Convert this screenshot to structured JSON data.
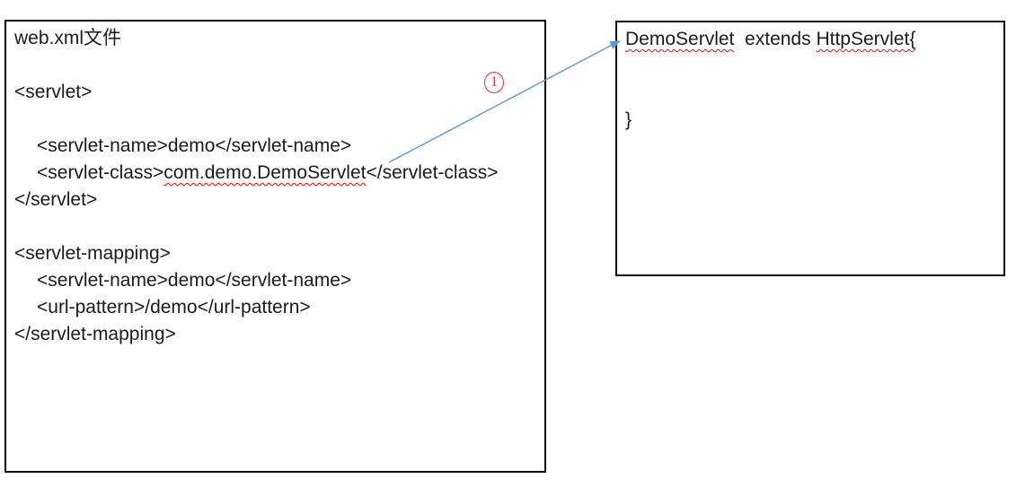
{
  "colors": {
    "background": "#ffffff",
    "box_border": "#000000",
    "text": "#1b1b1b",
    "arrow_blue": "#5b9bd5",
    "annotation_red": "#ef2d2d",
    "spellcheck_squiggle_red": "#ff0000"
  },
  "left_box": {
    "title": "web.xml文件",
    "lines": [
      {
        "indent": 0,
        "segments": [
          {
            "text": "web.xml文件",
            "squiggle": false
          }
        ]
      },
      {
        "indent": 0,
        "segments": []
      },
      {
        "indent": 0,
        "segments": [
          {
            "text": "<servlet>",
            "squiggle": false
          }
        ]
      },
      {
        "indent": 0,
        "segments": []
      },
      {
        "indent": 1,
        "segments": [
          {
            "text": "<servlet-name>demo</servlet-name>",
            "squiggle": false
          }
        ]
      },
      {
        "indent": 1,
        "segments": [
          {
            "text": "<servlet-class>",
            "squiggle": false
          },
          {
            "text": "com.demo.DemoServlet",
            "squiggle": true
          },
          {
            "text": "</servlet-class>",
            "squiggle": false
          }
        ]
      },
      {
        "indent": 0,
        "segments": [
          {
            "text": "</servlet>",
            "squiggle": false
          }
        ]
      },
      {
        "indent": 0,
        "segments": []
      },
      {
        "indent": 0,
        "segments": [
          {
            "text": "<servlet-mapping>",
            "squiggle": false
          }
        ]
      },
      {
        "indent": 1,
        "segments": [
          {
            "text": "<servlet-name>demo</servlet-name>",
            "squiggle": false
          }
        ]
      },
      {
        "indent": 1,
        "segments": [
          {
            "text": "<url-pattern>/demo</url-pattern>",
            "squiggle": false
          }
        ]
      },
      {
        "indent": 0,
        "segments": [
          {
            "text": "</servlet-mapping>",
            "squiggle": false
          }
        ]
      }
    ]
  },
  "right_box": {
    "lines": [
      {
        "indent": 0,
        "segments": [
          {
            "text": "DemoServlet",
            "squiggle": true
          },
          {
            "text": "  extends ",
            "squiggle": false
          },
          {
            "text": "HttpServlet{",
            "squiggle": true
          }
        ]
      },
      {
        "indent": 0,
        "segments": []
      },
      {
        "indent": 0,
        "segments": []
      },
      {
        "indent": 0,
        "segments": [
          {
            "text": "}",
            "squiggle": false
          }
        ]
      }
    ]
  },
  "annotation": {
    "number_label": "1"
  }
}
